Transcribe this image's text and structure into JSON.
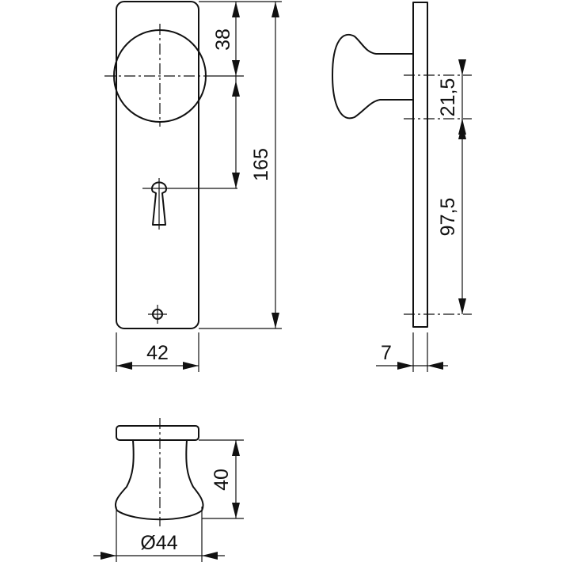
{
  "colors": {
    "line": "#111111",
    "background": "#ffffff"
  },
  "front_view": {
    "dim_width": "42",
    "dim_top_to_knob": "38",
    "dim_total_height": "165"
  },
  "side_view": {
    "dim_knob_spacing": "21,5",
    "dim_to_keyhole": "97,5",
    "dim_thickness": "7"
  },
  "knob_view": {
    "dim_height": "40",
    "dim_diameter": "Ø44"
  }
}
